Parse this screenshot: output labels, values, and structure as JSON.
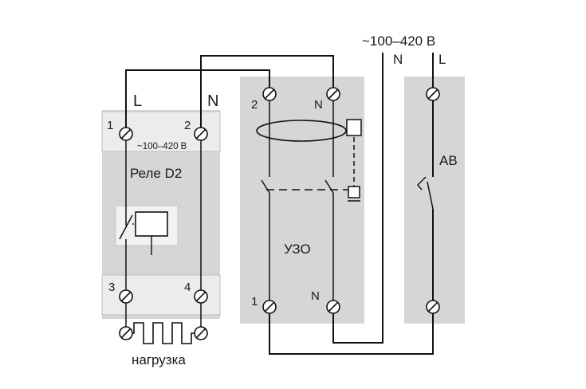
{
  "supply": {
    "voltage": "~100–420 В",
    "n_label": "N",
    "l_label": "L"
  },
  "relay": {
    "name": "Реле D2",
    "rating": "~100–420 В",
    "top_l": "L",
    "top_n": "N",
    "t1": "1",
    "t2": "2",
    "t3": "3",
    "t4": "4"
  },
  "rcd": {
    "name": "УЗО",
    "t2": "2",
    "tn_top": "N",
    "t1": "1",
    "tn_bottom": "N"
  },
  "breaker": {
    "name": "АВ"
  },
  "load": {
    "label": "нагрузка"
  },
  "colors": {
    "module_fill": "#d6d6d6",
    "terminal_band": "#eaeaea",
    "wire": "#111111"
  }
}
